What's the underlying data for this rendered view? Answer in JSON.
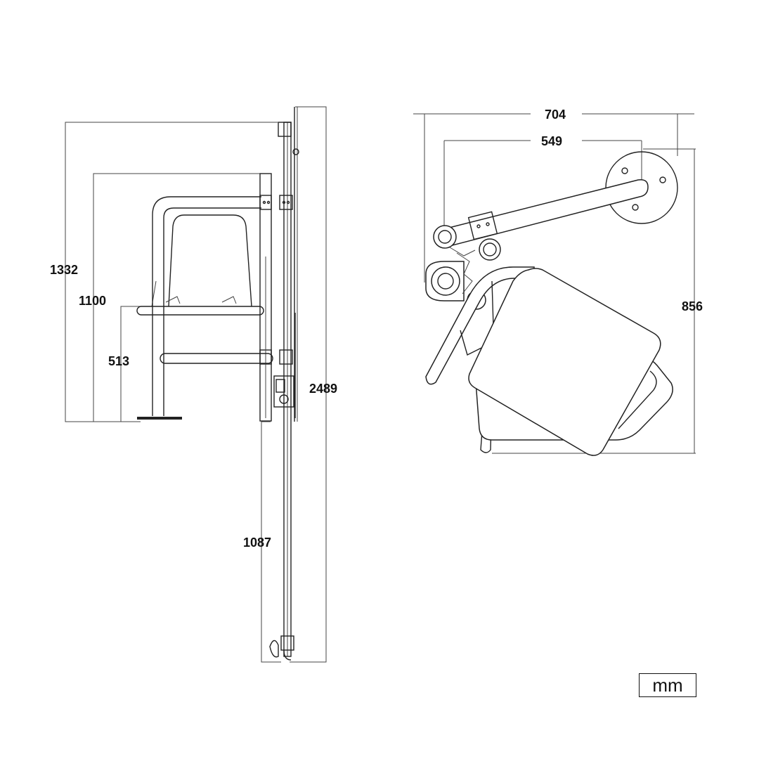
{
  "dimensions": {
    "side_view": {
      "total_height": "1332",
      "handrail_height": "1100",
      "seat_height": "513",
      "pole_height": "2489",
      "lower_pole": "1087"
    },
    "top_view": {
      "overall_width": "704",
      "arm_width": "549",
      "depth": "856"
    }
  },
  "units": "mm"
}
